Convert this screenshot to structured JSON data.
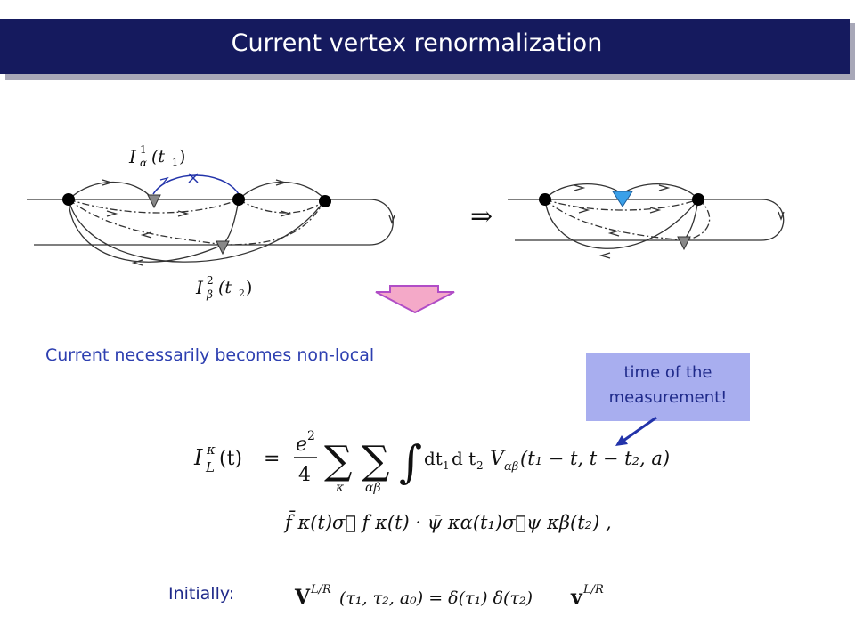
{
  "slide": {
    "title": "Current vertex renormalization",
    "nonlocal_text": "Current necessarily becomes non-local",
    "callout": {
      "line1": "time of the",
      "line2": "measurement!"
    },
    "initially_label": "Initially:"
  },
  "diagram": {
    "label_top_base": "I",
    "label_top_sup": "1",
    "label_top_sub": "α",
    "label_top_arg": "(t",
    "label_top_argsub": "1",
    "label_top_close": ")",
    "label_bottom_base": "I",
    "label_bottom_sup": "2",
    "label_bottom_sub": "β",
    "label_bottom_arg": "(t",
    "label_bottom_argsub": "2",
    "label_bottom_close": ")",
    "implies_symbol": "⇒"
  },
  "formula": {
    "lhs_I": "I",
    "lhs_sup": "κ",
    "lhs_sub": "L",
    "lhs_arg": "(t)",
    "equals": "=",
    "frac_num": "e",
    "frac_num_sup": "2",
    "frac_den": "4",
    "sum_symbol": "∑",
    "sum1_index": "κ",
    "sum2_index": "αβ",
    "integral": "∫",
    "measure": "dt",
    "measure_sub": "1",
    "measure2": "d t",
    "measure2_sub": "2",
    "vertex": "V",
    "vertex_sub": "αβ",
    "vertex_args": "(t₁ − t, t − t₂, a)",
    "line2": "f̄ κ(t)σ⃗ f κ(t) · ψ̄ κα(t₁)σ⃗ψ κβ(t₂) ,"
  },
  "initial_formula": {
    "lhs": "V",
    "lhs_sup": "L/R",
    "lhs_args": "(τ₁, τ₂, a₀) = δ(τ₁) δ(τ₂)",
    "rhs": "v",
    "rhs_sup": "L/R"
  }
}
